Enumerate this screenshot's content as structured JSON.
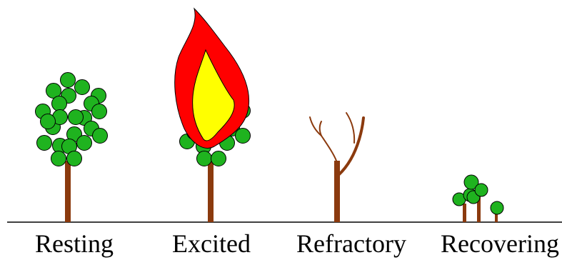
{
  "stages": [
    {
      "label": "Resting"
    },
    {
      "label": "Excited"
    },
    {
      "label": "Refractory"
    },
    {
      "label": "Recovering"
    }
  ],
  "colors": {
    "trunk": "#8B3A0E",
    "leaf": "#1FB31F",
    "flame_outer": "#FF0000",
    "flame_inner": "#FFFF00",
    "outline": "#000000"
  }
}
